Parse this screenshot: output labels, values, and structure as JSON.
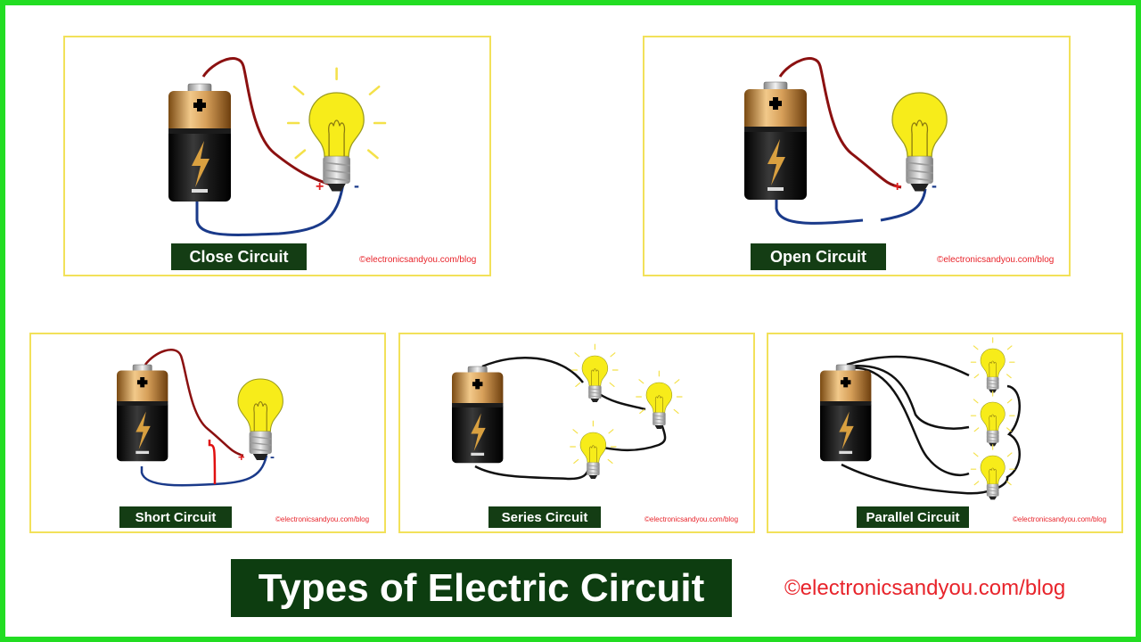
{
  "title": "Types of Electric Circuit",
  "footer_credit": "©electronicsandyou.com/blog",
  "panels": [
    {
      "label": "Close Circuit",
      "credit": "©electronicsandyou.com/blog"
    },
    {
      "label": "Open Circuit",
      "credit": "©electronicsandyou.com/blog"
    },
    {
      "label": "Short Circuit",
      "credit": "©electronicsandyou.com/blog"
    },
    {
      "label": "Series Circuit",
      "credit": "©electronicsandyou.com/blog"
    },
    {
      "label": "Parallel Circuit",
      "credit": "©electronicsandyou.com/blog"
    }
  ],
  "terminal_marks": {
    "positive": "+",
    "negative": "-"
  },
  "colors": {
    "border": "#22dd22",
    "panel_border": "#f2e15a",
    "label_bg": "#143d14",
    "credit": "#e8242b",
    "wire_positive": "#8b1010",
    "wire_negative": "#1a3a8a",
    "wire_short": "#e01010",
    "wire_black": "#111111",
    "bulb": "#f7ec1a"
  },
  "icons": [
    "battery-icon",
    "light-bulb-icon",
    "lightning-bolt-icon"
  ]
}
